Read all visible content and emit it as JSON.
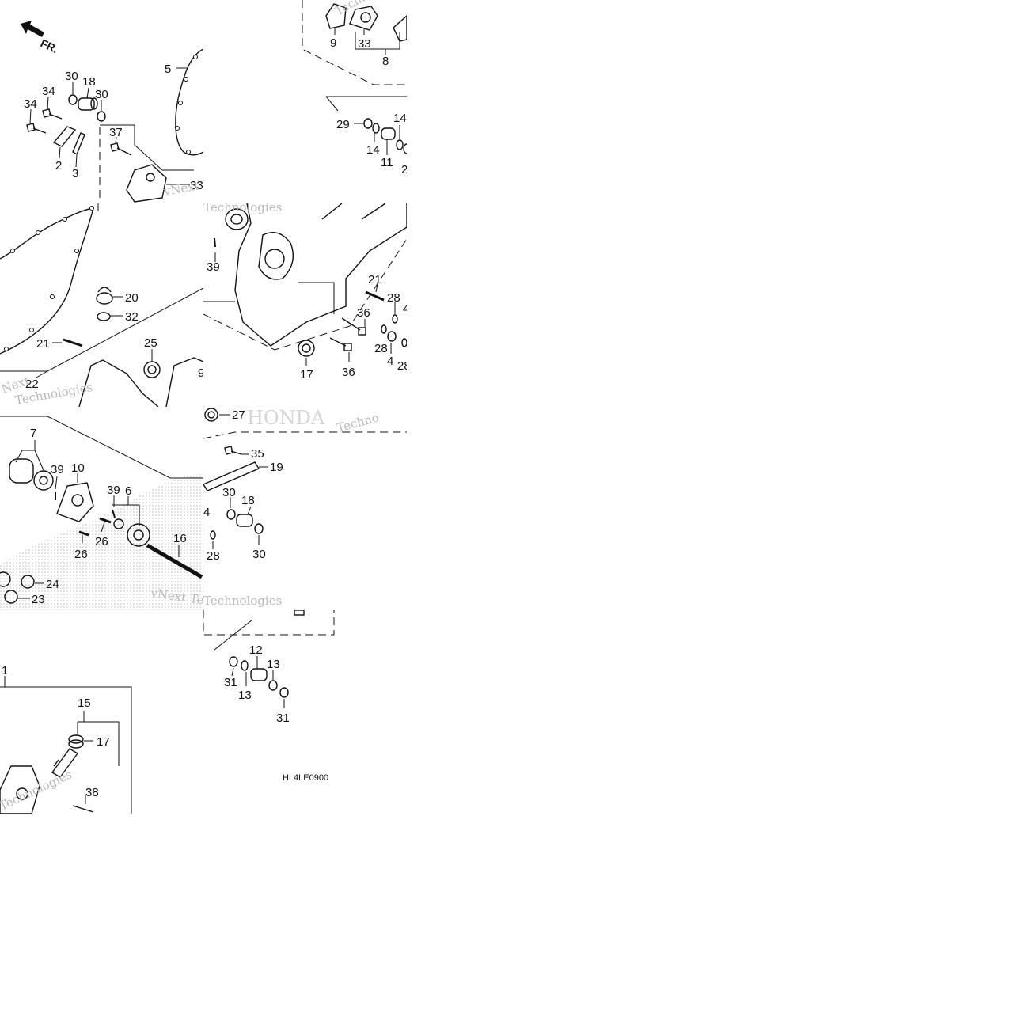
{
  "diagram": {
    "front_marker": "FR.",
    "drawing_code": "HL4LE0900",
    "watermark_texts": [
      "vNext",
      "Technologies",
      "Techno",
      "vNext Tec",
      "Next",
      "HONDA"
    ],
    "tiles": [
      {
        "id": "top-left",
        "labels": [
          "30",
          "18",
          "30",
          "34",
          "34",
          "5",
          "37",
          "2",
          "3",
          "33"
        ]
      },
      {
        "id": "top-mid",
        "labels": [
          "9",
          "33",
          "8",
          "29",
          "14",
          "14",
          "11",
          "2"
        ]
      },
      {
        "id": "mid-left",
        "labels": [
          "20",
          "32",
          "21",
          "25",
          "22",
          "9"
        ]
      },
      {
        "id": "mid-mid",
        "labels": [
          "39",
          "21",
          "28",
          "36",
          "4",
          "28",
          "17",
          "36",
          "4",
          "28"
        ]
      },
      {
        "id": "lower-left",
        "labels": [
          "7",
          "39",
          "10",
          "39",
          "6",
          "26",
          "26",
          "16",
          "24",
          "23"
        ]
      },
      {
        "id": "lower-mid",
        "labels": [
          "27",
          "35",
          "19",
          "30",
          "18",
          "28",
          "30",
          "4",
          "12",
          "13",
          "31",
          "13",
          "31"
        ]
      },
      {
        "id": "bottom-left",
        "labels": [
          "1",
          "15",
          "17",
          "38"
        ]
      }
    ]
  }
}
